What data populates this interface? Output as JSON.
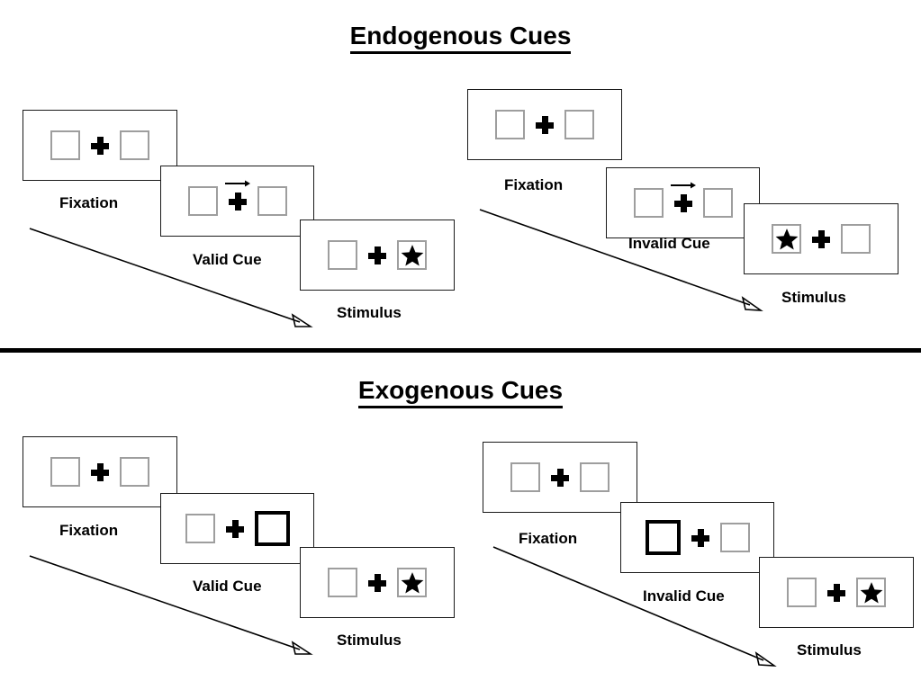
{
  "sections": [
    {
      "id": "endogenous",
      "title": "Endogenous Cues",
      "columns": [
        {
          "id": "endogenous-valid",
          "frames": [
            {
              "id": "fixation",
              "label": "Fixation",
              "cue": "none",
              "left_content": "empty",
              "right_content": "empty"
            },
            {
              "id": "cue",
              "label": "Valid Cue",
              "cue": "arrow-right",
              "left_content": "empty",
              "right_content": "empty"
            },
            {
              "id": "stimulus",
              "label": "Stimulus",
              "cue": "none",
              "left_content": "empty",
              "right_content": "star"
            }
          ]
        },
        {
          "id": "endogenous-invalid",
          "frames": [
            {
              "id": "fixation",
              "label": "Fixation",
              "cue": "none",
              "left_content": "empty",
              "right_content": "empty"
            },
            {
              "id": "cue",
              "label": "Invalid Cue",
              "cue": "arrow-right",
              "left_content": "empty",
              "right_content": "empty"
            },
            {
              "id": "stimulus",
              "label": "Stimulus",
              "cue": "none",
              "left_content": "star",
              "right_content": "empty"
            }
          ]
        }
      ]
    },
    {
      "id": "exogenous",
      "title": "Exogenous Cues",
      "columns": [
        {
          "id": "exogenous-valid",
          "frames": [
            {
              "id": "fixation",
              "label": "Fixation",
              "cue": "none",
              "left_content": "empty",
              "right_content": "empty"
            },
            {
              "id": "cue",
              "label": "Valid Cue",
              "cue": "highlight-right",
              "left_content": "empty",
              "right_content": "empty"
            },
            {
              "id": "stimulus",
              "label": "Stimulus",
              "cue": "none",
              "left_content": "empty",
              "right_content": "star"
            }
          ]
        },
        {
          "id": "exogenous-invalid",
          "frames": [
            {
              "id": "fixation",
              "label": "Fixation",
              "cue": "none",
              "left_content": "empty",
              "right_content": "empty"
            },
            {
              "id": "cue",
              "label": "Invalid Cue",
              "cue": "highlight-left",
              "left_content": "empty",
              "right_content": "empty"
            },
            {
              "id": "stimulus",
              "label": "Stimulus",
              "cue": "none",
              "left_content": "empty",
              "right_content": "star"
            }
          ]
        }
      ]
    }
  ],
  "colors": {
    "background": "#ffffff",
    "frame_border": "#1a1a1a",
    "placeholder_border": "#9e9e9e",
    "cued_border": "#000000",
    "text": "#000000",
    "divider": "#000000"
  },
  "icons": {
    "fixation_cross": "plus-icon",
    "stimulus": "star-icon",
    "endogenous_cue": "arrow-right-icon",
    "time": "time-arrow-icon"
  }
}
